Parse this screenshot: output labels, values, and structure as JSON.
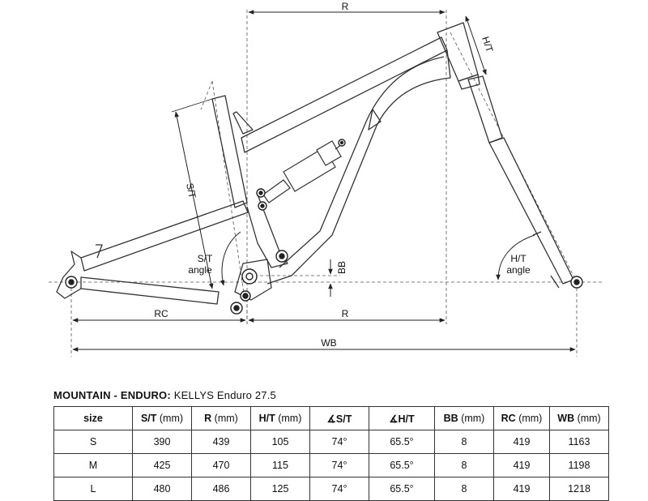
{
  "diagram": {
    "labels": {
      "reach": "R",
      "head_tube": "H/T",
      "seat_tube": "S/T",
      "seat_tube_angle_1": "S/T",
      "seat_tube_angle_2": "angle",
      "head_tube_angle_1": "H/T",
      "head_tube_angle_2": "angle",
      "bb_drop": "BB",
      "chainstay": "RC",
      "wheelbase": "WB"
    }
  },
  "table": {
    "category": "MOUNTAIN - ENDURO:",
    "model": "KELLYS Enduro 27.5",
    "headers": [
      {
        "name": "size",
        "unit": ""
      },
      {
        "name": "S/T",
        "unit": " (mm)"
      },
      {
        "name": "R",
        "unit": " (mm)"
      },
      {
        "name": "H/T",
        "unit": " (mm)"
      },
      {
        "name": "∡S/T",
        "unit": ""
      },
      {
        "name": "∡H/T",
        "unit": ""
      },
      {
        "name": "BB",
        "unit": " (mm)"
      },
      {
        "name": "RC",
        "unit": " (mm)"
      },
      {
        "name": "WB",
        "unit": " (mm)"
      }
    ],
    "rows": [
      [
        "S",
        "390",
        "439",
        "105",
        "74°",
        "65.5°",
        "8",
        "419",
        "1163"
      ],
      [
        "M",
        "425",
        "470",
        "115",
        "74°",
        "65.5°",
        "8",
        "419",
        "1198"
      ],
      [
        "L",
        "480",
        "486",
        "125",
        "74°",
        "65.5°",
        "8",
        "419",
        "1218"
      ]
    ]
  },
  "colors": {
    "line": "#333333",
    "dash": "#555555"
  }
}
